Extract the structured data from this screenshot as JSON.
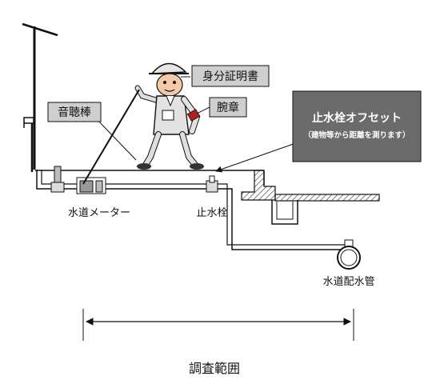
{
  "labels": {
    "stick_label": "音聴棒",
    "id_label": "身分証明書",
    "armband_label": "腕章",
    "offset_title": "止水栓オフセット",
    "offset_note": "（建物等から距離を測ります）",
    "meter_label": "水道メーター",
    "stopcock_label": "止水栓",
    "main_pipe_label": "水道配水管",
    "survey_range_label": "調査範囲"
  },
  "colors": {
    "label_box_fill": "#cfcfcf",
    "offset_box_fill": "#6b6b6b",
    "offset_text": "#ffffff",
    "line": "#111111"
  },
  "icons": [
    "worker-figure-icon",
    "helmet-icon",
    "armband-icon",
    "id-card-icon",
    "faucet-icon",
    "water-meter-icon",
    "stopcock-valve-icon",
    "water-main-pipe-icon"
  ]
}
